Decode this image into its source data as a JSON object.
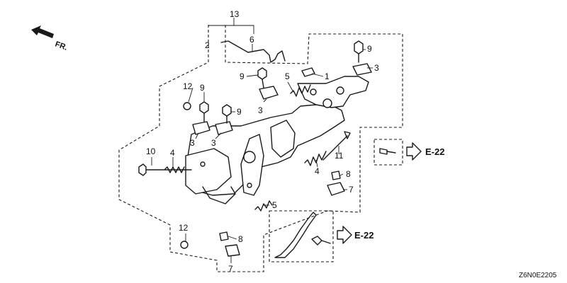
{
  "orientation": {
    "label": "FR.",
    "icon": "front-arrow-icon"
  },
  "diagram_code": "Z6N0E2205",
  "callouts": [
    "13",
    "2",
    "6",
    "9",
    "3",
    "9",
    "5",
    "1",
    "12",
    "9",
    "9",
    "3",
    "3",
    "3",
    "10",
    "4",
    "4",
    "11",
    "8",
    "7",
    "5",
    "12",
    "8",
    "7"
  ],
  "references": [
    "E-22",
    "E-22"
  ]
}
